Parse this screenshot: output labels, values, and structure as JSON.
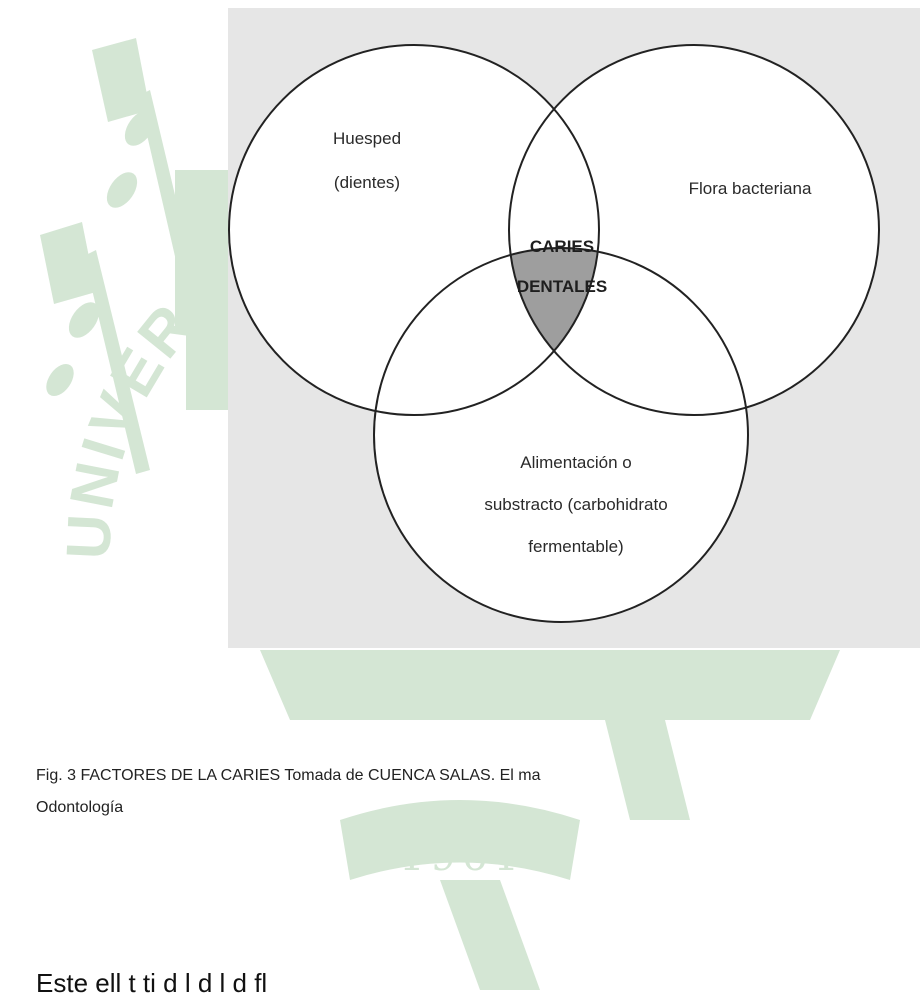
{
  "figure": {
    "circles": {
      "host": [
        "Huesped",
        "(dientes)"
      ],
      "flora": [
        "Flora bacteriana"
      ],
      "diet": [
        "Alimentación o",
        "substracto (carbohidrato",
        "fermentable)"
      ],
      "center": [
        "CARIES",
        "DENTALES"
      ]
    }
  },
  "caption": {
    "line1": "Fig. 3 FACTORES DE LA CARIES  Tomada de CUENCA SALAS.  El ma",
    "line2": "Odontología"
  },
  "body_text": "Este ell                  t     ti               d l     d l        d fl",
  "watermark": {
    "word": "UNIVERSIDAD",
    "year": "1961",
    "color": "#cfe3cf"
  }
}
